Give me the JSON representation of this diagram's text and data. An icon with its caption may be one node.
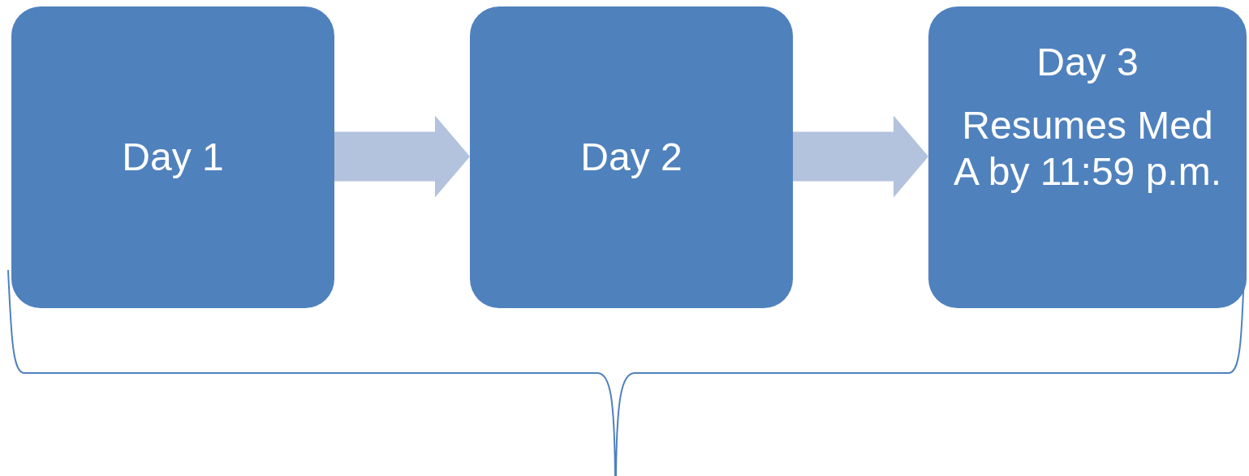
{
  "diagram": {
    "nodes": [
      {
        "text": [
          "Day 1"
        ]
      },
      {
        "text": [
          "Day 2"
        ]
      },
      {
        "text": [
          "Day 3",
          "Resumes Med A by 11:59 p.m."
        ]
      }
    ],
    "edges": [
      {
        "from": 0,
        "to": 1,
        "arrow": "to"
      },
      {
        "from": 1,
        "to": 2,
        "arrow": "to"
      }
    ]
  }
}
